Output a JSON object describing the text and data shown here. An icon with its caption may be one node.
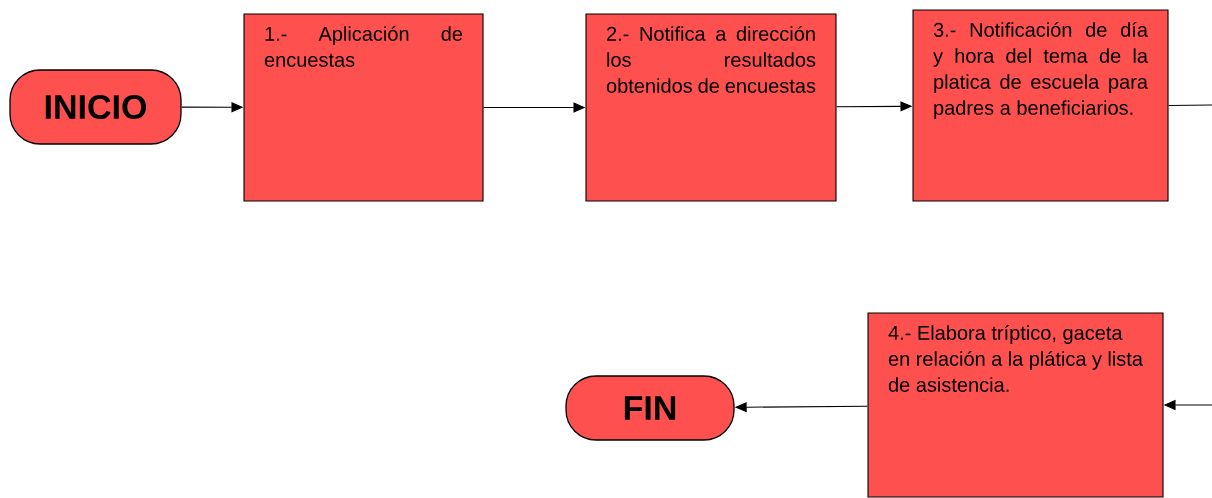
{
  "diagram": {
    "nodes": [
      {
        "text": [
          "INICIO"
        ]
      },
      {
        "text": [
          "1.- Aplicación de encuestas"
        ]
      },
      {
        "text": [
          "2.- Notifica a dirección los resultados obtenidos de encuestas"
        ]
      },
      {
        "text": [
          "3.- Notificación de día y hora del tema de la platica de escuela para padres a beneficiarios."
        ]
      },
      {
        "text": [
          "4.- Elabora tríptico, gaceta en relación a la plática y lista de asistencia."
        ]
      },
      {
        "text": [
          "FIN"
        ]
      }
    ],
    "edges": [
      {
        "from": 0,
        "to": 1,
        "arrow": "to"
      },
      {
        "from": 1,
        "to": 2,
        "arrow": "to"
      },
      {
        "from": 2,
        "to": 3,
        "arrow": "to"
      },
      {
        "from": 3,
        "to": null,
        "arrow": "none"
      },
      {
        "from": null,
        "to": 4,
        "arrow": "to"
      },
      {
        "from": 4,
        "to": 5,
        "arrow": "to"
      }
    ]
  }
}
